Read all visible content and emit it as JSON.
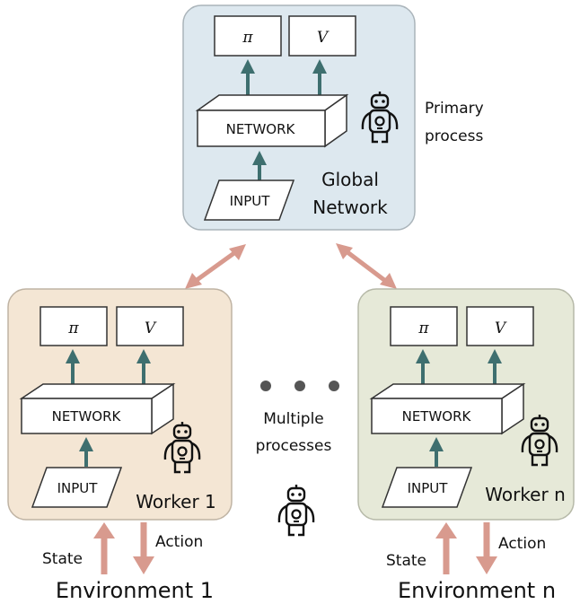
{
  "global": {
    "pi_label": "π",
    "v_label": "V",
    "network_label": "NETWORK",
    "input_label": "INPUT",
    "name_line1": "Global",
    "name_line2": "Network",
    "role_line1": "Primary",
    "role_line2": "process",
    "bg_color": "#dde8ef"
  },
  "worker1": {
    "pi_label": "π",
    "v_label": "V",
    "network_label": "NETWORK",
    "input_label": "INPUT",
    "name": "Worker 1",
    "state_label": "State",
    "action_label": "Action",
    "env_label": "Environment 1",
    "bg_color": "#f4e6d4"
  },
  "workern": {
    "pi_label": "π",
    "v_label": "V",
    "network_label": "NETWORK",
    "input_label": "INPUT",
    "name": "Worker n",
    "state_label": "State",
    "action_label": "Action",
    "env_label": "Environment n",
    "bg_color": "#e6e9d8"
  },
  "middle": {
    "label_line1": "Multiple",
    "label_line2": "processes"
  },
  "colors": {
    "network_arrow": "#3e6f6f",
    "sync_arrow": "#d89a8e",
    "env_arrow": "#d89a8e",
    "outline": "#333333"
  },
  "icons": [
    "robot-icon",
    "ellipsis-dots-icon"
  ]
}
